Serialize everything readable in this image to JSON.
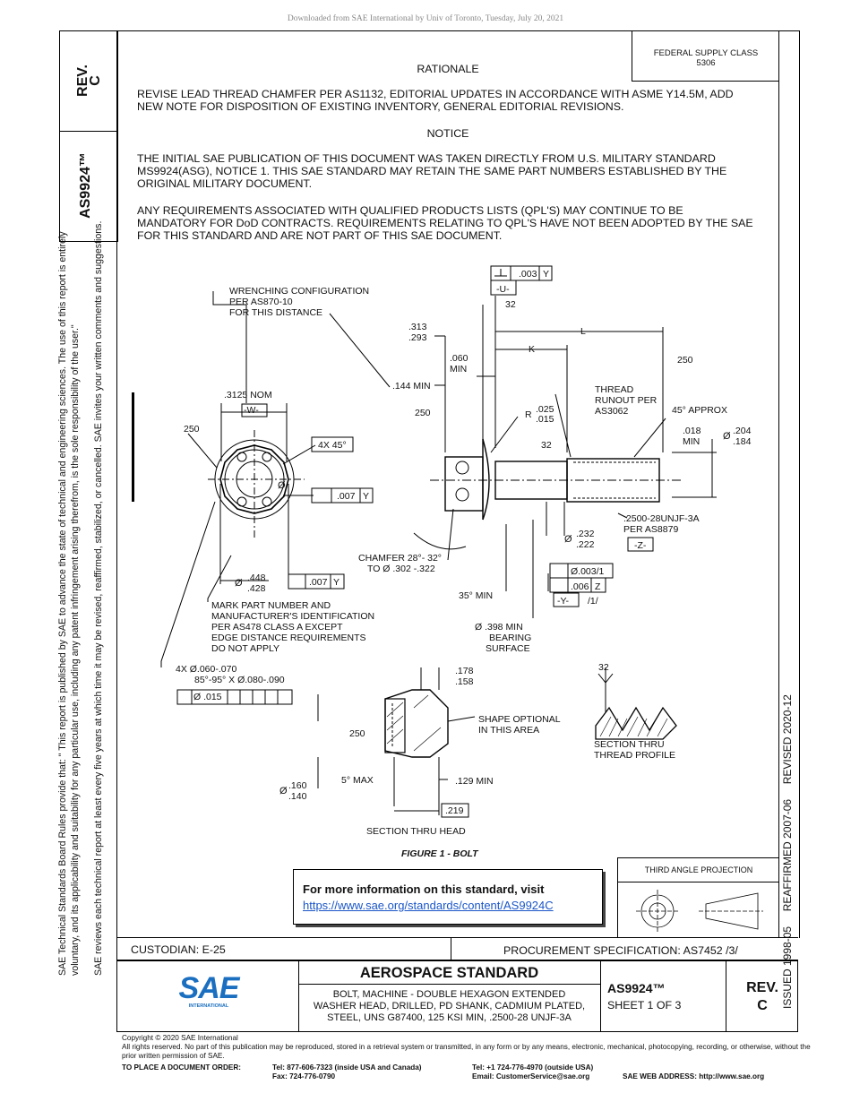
{
  "download_notice": "Downloaded from SAE International by Univ of Toronto, Tuesday, July 20, 2021",
  "left_margin": {
    "rev_label": "REV.",
    "rev_value": "C",
    "doc_id": "AS9924™",
    "disclaimer_line1": "SAE Technical Standards Board Rules provide that: \" This report is published by SAE to advance the state of technical and engineering sciences. The use of this report is entirely",
    "disclaimer_line2": "voluntary, and its applicability and suitability for any particular use, including any patent infringement arising therefrom, is the sole responsibility of the user.\"",
    "disclaimer_line3": "SAE reviews each technical report at least every five years at which time it may be revised, reaffirmed, stabilized, or cancelled. SAE invites your written comments and suggestions."
  },
  "right_margin": {
    "dates": "ISSUED 1998-05     REAFFIRMED 2007-06     REVISED 2020-12"
  },
  "federal_supply": {
    "label": "FEDERAL SUPPLY CLASS",
    "value": "5306"
  },
  "rationale": {
    "heading": "RATIONALE",
    "body": "REVISE LEAD THREAD CHAMFER PER AS1132, EDITORIAL UPDATES IN ACCORDANCE WITH ASME Y14.5M, ADD NEW NOTE FOR DISPOSITION OF EXISTING INVENTORY, GENERAL EDITORIAL REVISIONS."
  },
  "notice": {
    "heading": "NOTICE",
    "para1": "THE INITIAL SAE PUBLICATION OF THIS DOCUMENT WAS TAKEN DIRECTLY FROM U.S. MILITARY STANDARD MS9924(ASG), NOTICE 1. THIS SAE STANDARD MAY RETAIN THE SAME PART NUMBERS ESTABLISHED BY THE ORIGINAL MILITARY DOCUMENT.",
    "para2": "ANY REQUIREMENTS ASSOCIATED WITH QUALIFIED PRODUCTS LISTS (QPL'S) MAY CONTINUE TO BE MANDATORY FOR DoD CONTRACTS. REQUIREMENTS RELATING TO QPL'S HAVE NOT BEEN ADOPTED BY THE SAE FOR THIS STANDARD AND ARE NOT PART OF THIS SAE DOCUMENT."
  },
  "drawing": {
    "wrenching_1": "WRENCHING CONFIGURATION",
    "wrenching_2": "PER AS870-10",
    "wrenching_3": "FOR THIS DISTANCE",
    "perp_value": ".003",
    "perp_datum": "Y",
    "datum_u": "-U-",
    "finish_32": "32",
    "dim_313": ".313",
    "dim_293": ".293",
    "dim_L": "L",
    "dim_K": "K",
    "dim_060": ".060",
    "dim_min": "MIN",
    "dim_144": ".144 MIN",
    "finish_250": "250",
    "dim_3125": ".3125 NOM",
    "datum_w": "-W-",
    "thread_runout_1": "THREAD",
    "thread_runout_2": "RUNOUT PER",
    "thread_runout_3": "AS3062",
    "r_label": "R",
    "r_025": ".025",
    "r_015": ".015",
    "approx_45": "45° APPROX",
    "dim_018": ".018",
    "dim_018_min": "MIN",
    "dim_204": ".204",
    "dim_184": ".184",
    "four_x_45": "4X 45°",
    "runout_007": ".007",
    "datum_y_ref": "Y",
    "thread_spec": ".2500-28UNJF-3A",
    "thread_per": "PER AS8879",
    "datum_z": "-Z-",
    "dim_232": ".232",
    "dim_222": ".222",
    "chamfer_1": "CHAMFER 28°- 32°",
    "chamfer_2": "TO Ø .302 -.322",
    "dim_448": ".448",
    "dim_428": ".428",
    "straight_val": "Ø.003/1",
    "runout_006": ".006",
    "datum_z_ref": "Z",
    "datum_y": "-Y-",
    "per_1": "/1/",
    "min_35": "35° MIN",
    "mark_1": "MARK PART NUMBER AND",
    "mark_2": "MANUFACTURER'S IDENTIFICATION",
    "mark_3": "PER AS478 CLASS A EXCEPT",
    "mark_4": "EDGE DISTANCE REQUIREMENTS",
    "mark_5": "DO NOT APPLY",
    "bearing_1": "Ø .398 MIN",
    "bearing_2": "BEARING",
    "bearing_3": "SURFACE",
    "holes_1": "4X Ø.060-.070",
    "holes_2": "85°-95° X Ø.080-.090",
    "pos_015": "Ø .015",
    "dim_178": ".178",
    "dim_158": ".158",
    "shape_1": "SHAPE OPTIONAL",
    "shape_2": "IN THIS AREA",
    "section_thread_1": "SECTION THRU",
    "section_thread_2": "THREAD PROFILE",
    "max_5": "5° MAX",
    "dim_160": ".160",
    "dim_140": ".140",
    "dim_129": ".129 MIN",
    "dim_219": ".219",
    "section_head": "SECTION THRU HEAD",
    "figure_caption": "FIGURE 1 - BOLT"
  },
  "info_box": {
    "text": "For more information on this standard, visit",
    "url": "https://www.sae.org/standards/content/AS9924C"
  },
  "projection": {
    "label": "THIRD ANGLE PROJECTION"
  },
  "title_block": {
    "custodian": "CUSTODIAN: E-25",
    "procurement": "PROCUREMENT SPECIFICATION: AS7452 /3/",
    "logo_text": "SAE",
    "logo_sub": "INTERNATIONAL",
    "standard_type": "AEROSPACE STANDARD",
    "title_line1": "BOLT, MACHINE - DOUBLE HEXAGON EXTENDED",
    "title_line2": "WASHER HEAD, DRILLED, PD SHANK, CADMIUM PLATED,",
    "title_line3": "STEEL, UNS G87400, 125 KSI MIN, .2500-28 UNJF-3A",
    "doc_number": "AS9924™",
    "sheet": "SHEET 1 OF 3",
    "rev_label": "REV.",
    "rev_value": "C"
  },
  "footer": {
    "copyright": "Copyright © 2020 SAE International",
    "rights": "All rights reserved. No part of this publication may be reproduced, stored in a retrieval system or transmitted, in any form or by any means, electronic, mechanical, photocopying, recording, or otherwise, without the prior written permission of SAE.",
    "order_label": "TO PLACE A DOCUMENT ORDER:",
    "tel_usa": "Tel: 877-606-7323 (inside USA and Canada)",
    "fax": "Fax: 724-776-0790",
    "tel_out": "Tel: +1 724-776-4970 (outside USA)",
    "email": "Email: CustomerService@sae.org",
    "web": "SAE WEB ADDRESS: http://www.sae.org"
  }
}
